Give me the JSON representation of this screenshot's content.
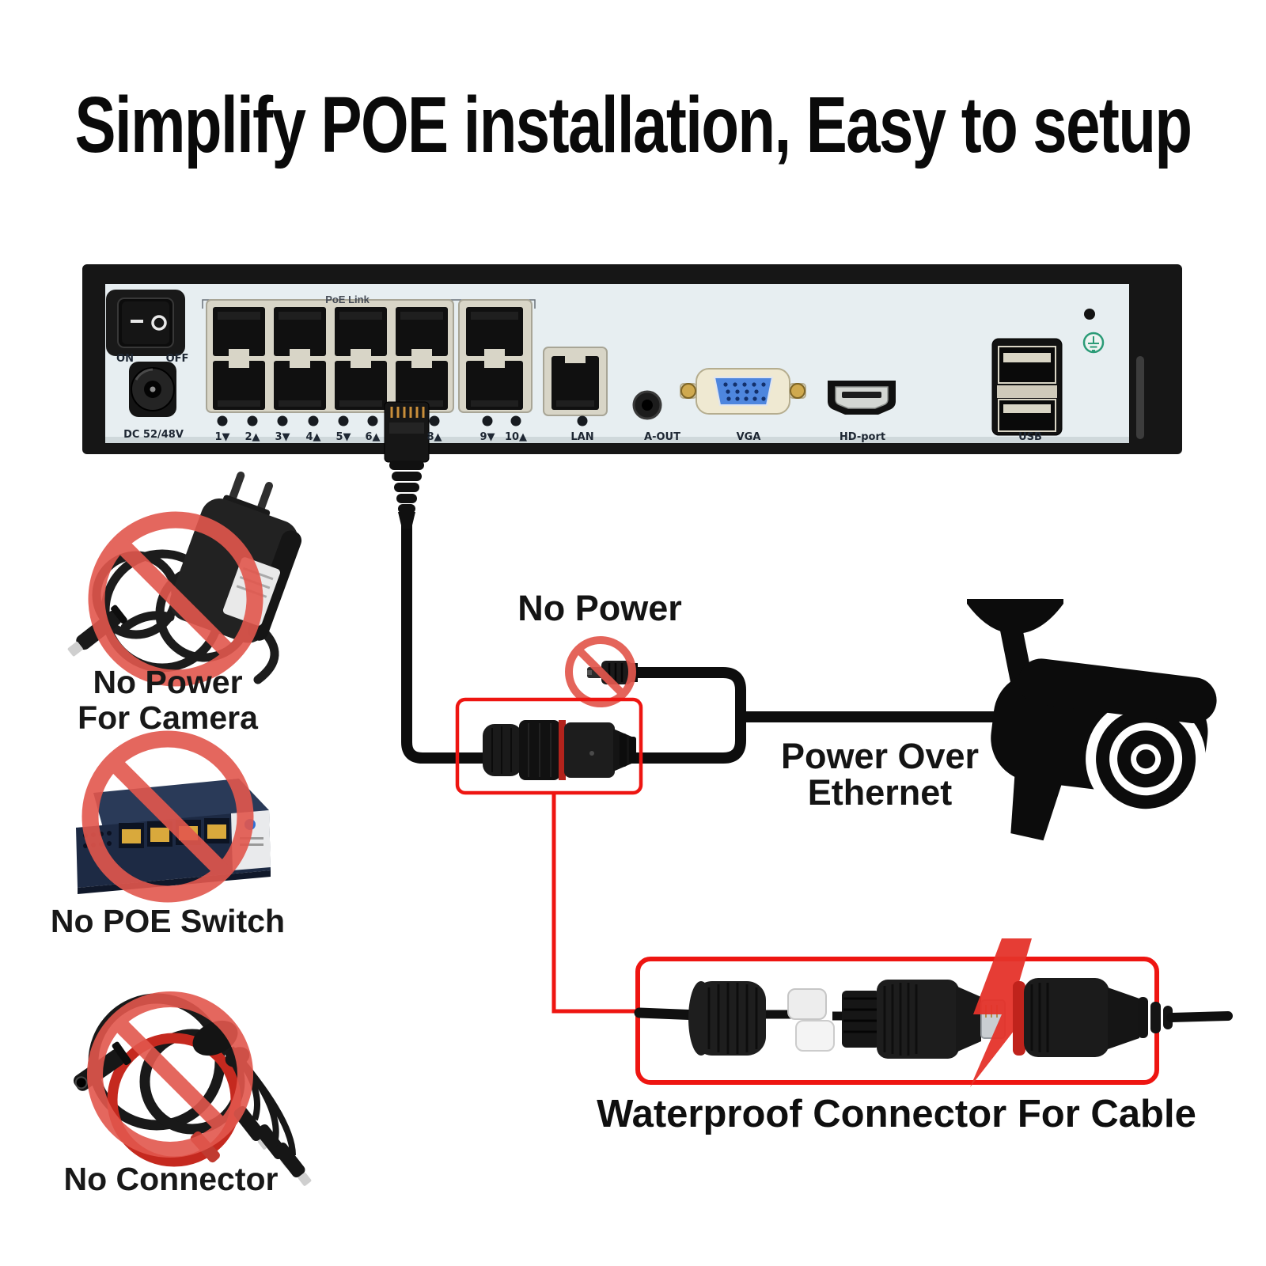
{
  "title": "Simplify POE installation, Easy to setup",
  "colors": {
    "accent_red": "#ee1511",
    "prohibition_red": "#e2574d",
    "cable_black": "#0d0d0d",
    "panel_face": "#e7eef1",
    "port_bezel": "#d8d5c7",
    "vga_blue": "#4e86de",
    "ground_green": "#2b9b77",
    "led_green": "#5ec96a",
    "connector_band_red": "#b3231c"
  },
  "nvr": {
    "poe_link_label": "PoE Link",
    "switch_on": "ON",
    "switch_off": "OFF",
    "dc_label": "DC 52/48V",
    "port_labels": [
      "1▼",
      "2▲",
      "3▼",
      "4▲",
      "5▼",
      "6▲",
      "8▲",
      "9▼",
      "10▲"
    ],
    "lan_label": "LAN",
    "aout_label": "A-OUT",
    "vga_label": "VGA",
    "hdmi_label": "HD-port",
    "usb_label": "USB"
  },
  "prohibited_items": {
    "camera_power": {
      "line1": "No Power",
      "line2": "For Camera"
    },
    "poe_switch": {
      "label": "No POE Switch"
    },
    "connector": {
      "label": "No Connector"
    }
  },
  "diagram": {
    "no_power_label": "No Power",
    "poe_line1": "Power Over",
    "poe_line2": "Ethernet",
    "caption": "Waterproof Connector For Cable"
  }
}
